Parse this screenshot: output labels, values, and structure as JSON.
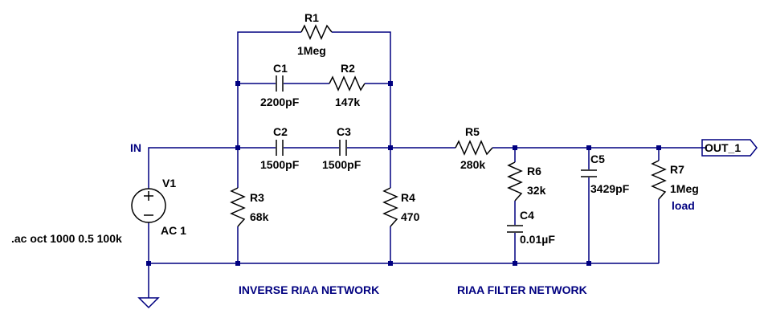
{
  "schematic": {
    "components": {
      "r1": {
        "ref": "R1",
        "value": "1Meg"
      },
      "r2": {
        "ref": "R2",
        "value": "147k"
      },
      "r3": {
        "ref": "R3",
        "value": "68k"
      },
      "r4": {
        "ref": "R4",
        "value": "470"
      },
      "r5": {
        "ref": "R5",
        "value": "280k"
      },
      "r6": {
        "ref": "R6",
        "value": "32k"
      },
      "r7": {
        "ref": "R7",
        "value": "1Meg",
        "note": "load"
      },
      "c1": {
        "ref": "C1",
        "value": "2200pF"
      },
      "c2": {
        "ref": "C2",
        "value": "1500pF"
      },
      "c3": {
        "ref": "C3",
        "value": "1500pF"
      },
      "c4": {
        "ref": "C4",
        "value": "0.01µF"
      },
      "c5": {
        "ref": "C5",
        "value": "3429pF"
      },
      "v1": {
        "ref": "V1",
        "value": "AC 1"
      }
    },
    "net_in": "IN",
    "output_port": "OUT_1",
    "directive": ".ac oct 1000 0.5 100k",
    "section_inverse": "INVERSE RIAA NETWORK",
    "section_filter": "RIAA FILTER NETWORK",
    "colors": {
      "wire": "#000080",
      "component": "#000000",
      "net_label": "#000080"
    }
  }
}
